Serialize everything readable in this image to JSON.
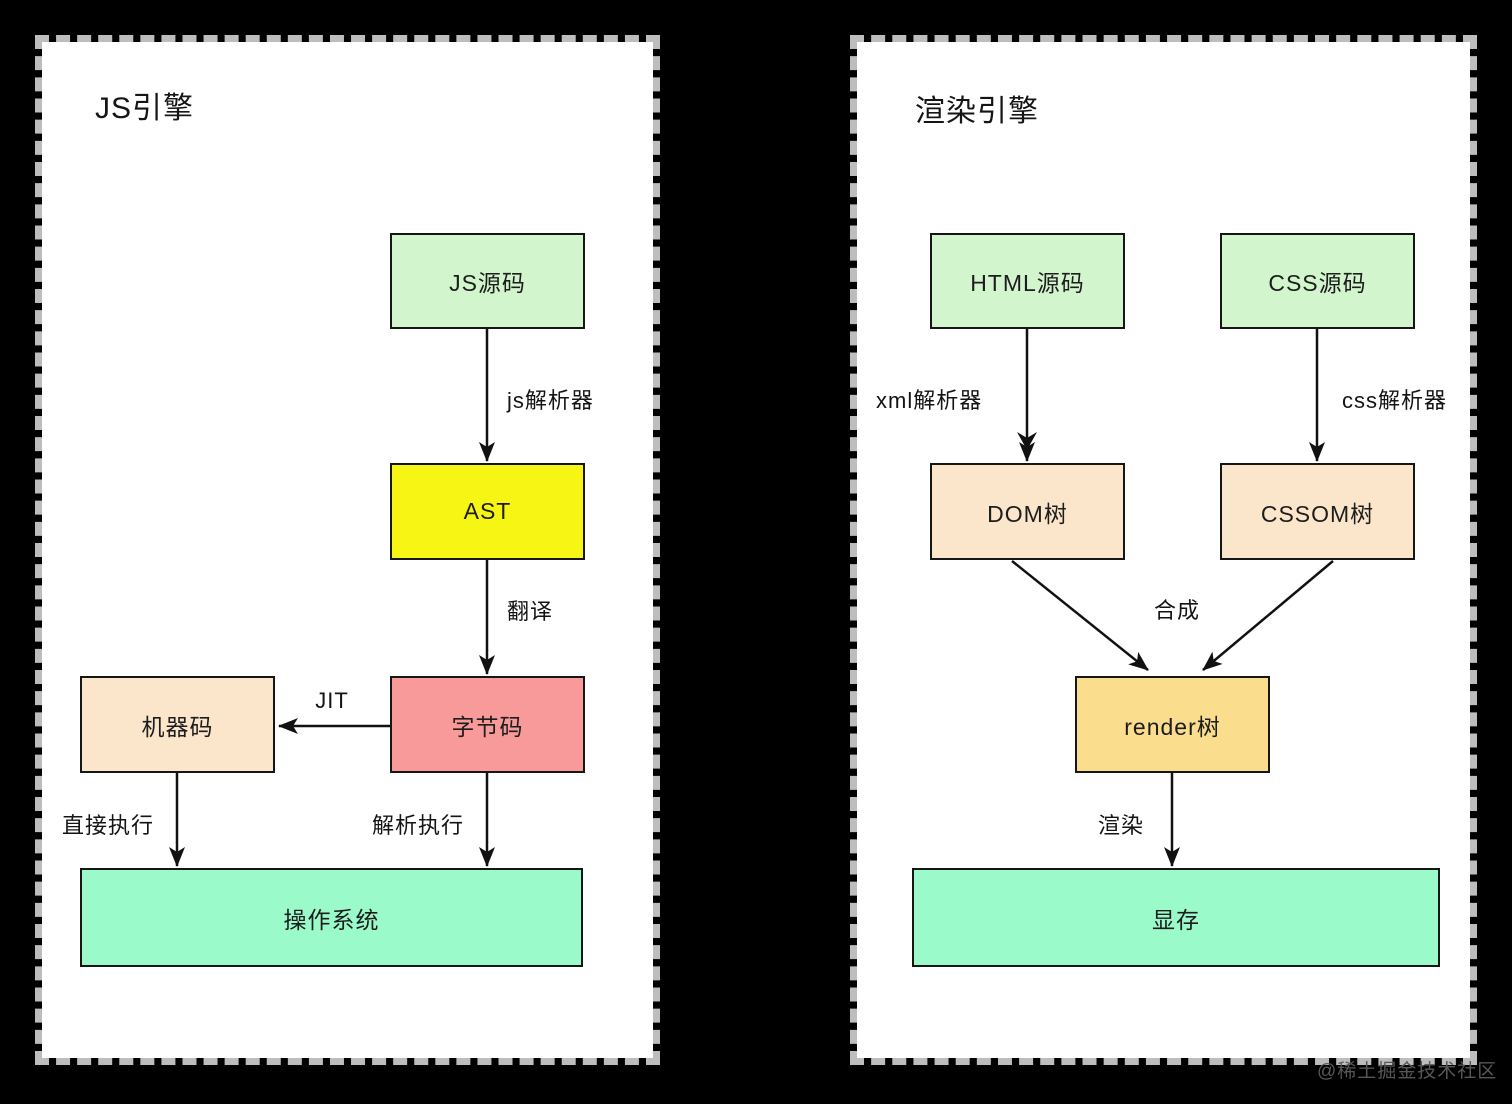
{
  "canvas": {
    "background": "#000000"
  },
  "watermark": {
    "text": "@稀土掘金技术社区"
  },
  "left_panel": {
    "title": "JS引擎",
    "nodes": {
      "js_source": "JS源码",
      "ast": "AST",
      "bytecode": "字节码",
      "machine_code": "机器码",
      "os": "操作系统"
    },
    "edge_labels": {
      "js_parser": "js解析器",
      "translate": "翻译",
      "jit": "JIT",
      "direct_execute": "直接执行",
      "interpret_execute": "解析执行"
    }
  },
  "right_panel": {
    "title": "渲染引擎",
    "nodes": {
      "html_source": "HTML源码",
      "css_source": "CSS源码",
      "dom_tree": "DOM树",
      "cssom_tree": "CSSOM树",
      "render_tree": "render树",
      "vram": "显存"
    },
    "edge_labels": {
      "xml_parser": "xml解析器",
      "css_parser": "css解析器",
      "compose": "合成",
      "render": "渲染"
    }
  },
  "colors": {
    "source_green": "#d3f5cd",
    "ast_yellow": "#f7f514",
    "bytecode_pink": "#f99a9a",
    "tree_peach": "#fbe6cb",
    "render_amber": "#fbdd8e",
    "system_mint": "#9afac9",
    "line_black": "#111111",
    "panel_white": "#ffffff"
  }
}
